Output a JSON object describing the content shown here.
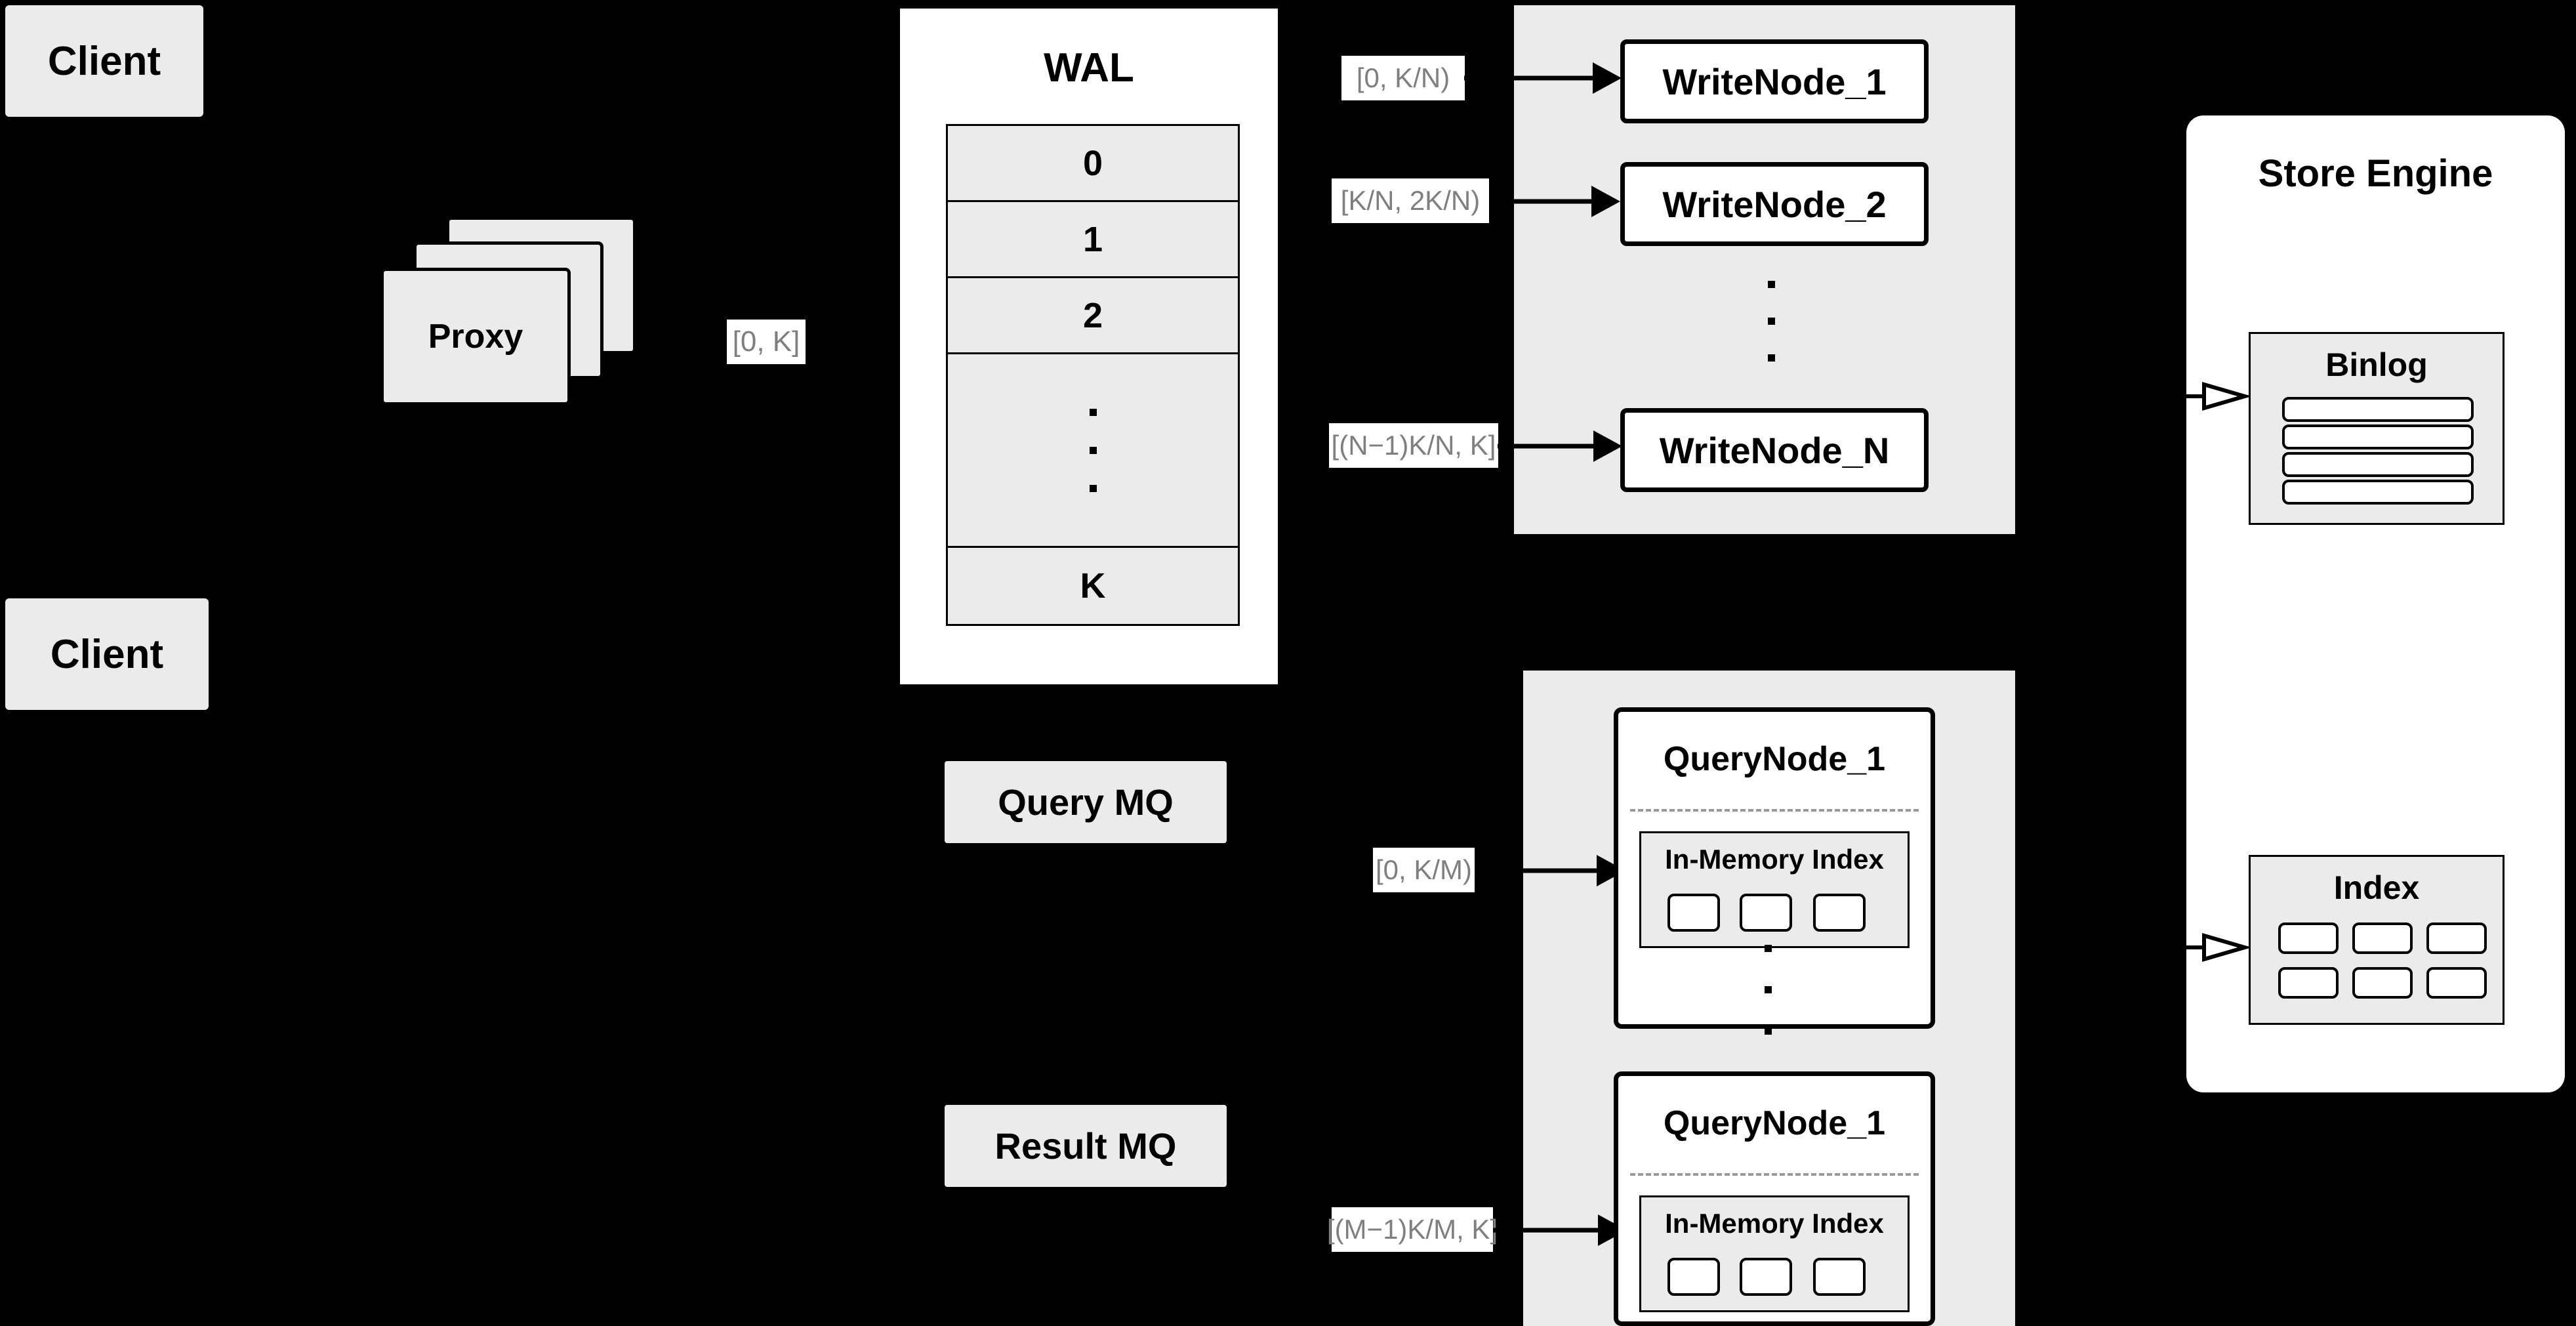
{
  "diagram": {
    "clients": [
      {
        "label": "Client"
      },
      {
        "label": "Client"
      }
    ],
    "proxy": {
      "label": "Proxy",
      "stack_count": 3
    },
    "proxy_out_label": "[0, K]",
    "wal": {
      "title": "WAL",
      "entries": [
        "0",
        "1",
        "2",
        "···",
        "K"
      ],
      "dots_row_index": 3
    },
    "write_panel": {
      "nodes": [
        {
          "label": "WriteNode_1",
          "range": "[0,  K/N)"
        },
        {
          "label": "WriteNode_2",
          "range": "[K/N, 2K/N)"
        },
        {
          "label": "WriteNode_N",
          "range": "[(N−1)K/N,  K]"
        }
      ],
      "ellipsis_dots": 3
    },
    "message_queues": [
      {
        "label": "Query MQ"
      },
      {
        "label": "Result MQ"
      }
    ],
    "query_panel": {
      "nodes": [
        {
          "label": "QueryNode_1",
          "range": "[0, K/M)",
          "index_title": "In-Memory Index",
          "index_cells": 3
        },
        {
          "label": "QueryNode_1",
          "range": "[(M−1)K/M, K]",
          "index_title": "In-Memory Index",
          "index_cells": 3
        }
      ],
      "ellipsis_dots": 3
    },
    "store_engine": {
      "title": "Store Engine",
      "sections": [
        {
          "title": "Binlog",
          "rows": 4,
          "cols": 1
        },
        {
          "title": "Index",
          "rows": 2,
          "cols": 3
        }
      ]
    },
    "colors": {
      "background": "#000000",
      "fill_gray": "#ebebeb",
      "fill_white": "#ffffff",
      "stroke": "#000000",
      "label_text": "#7f7f7f",
      "dashed_separator": "#999999"
    }
  }
}
